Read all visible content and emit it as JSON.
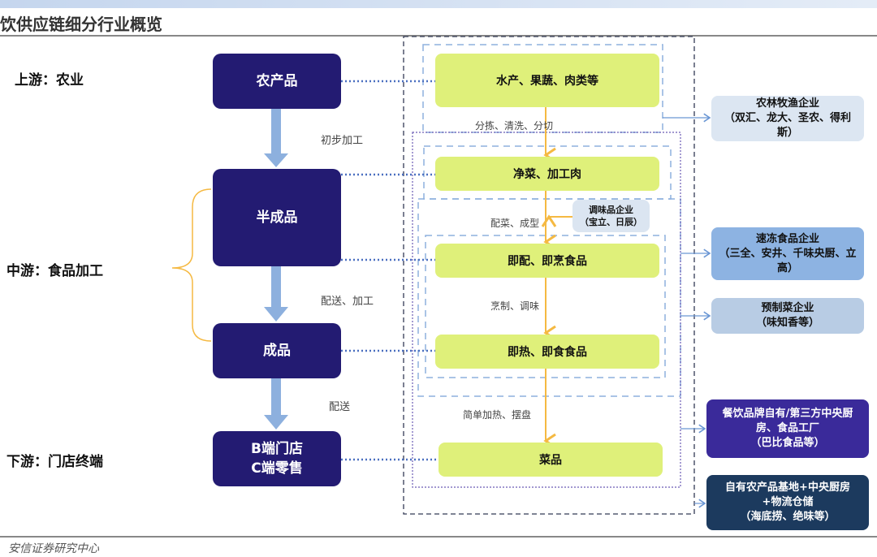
{
  "title": "饮供应链细分行业概览",
  "stages": {
    "upstream": "上游：农业",
    "midstream": "中游：食品加工",
    "downstream": "下游：门店终端"
  },
  "main_nodes": [
    "农产品",
    "半成品",
    "成品",
    "B端门店",
    "C端零售"
  ],
  "main_steps": [
    "初步加工",
    "配送、加工",
    "配送"
  ],
  "process_nodes": [
    "水产、果蔬、肉类等",
    "净菜、加工肉",
    "即配、即烹食品",
    "即热、即食食品",
    "菜品"
  ],
  "process_steps": [
    "分拣、清洗、分切",
    "配菜、成型",
    "烹制、调味",
    "简单加热、摆盘"
  ],
  "seasoning": {
    "name": "调味品企业",
    "examples": "（宝立、日辰）"
  },
  "companies": [
    {
      "name": "农林牧渔企业",
      "examples": "（双汇、龙大、圣农、得利斯）",
      "color": "#dce6f2"
    },
    {
      "name": "速冻食品企业",
      "examples": "（三全、安井、千味央厨、立高）",
      "color": "#8db3e2"
    },
    {
      "name": "预制菜企业",
      "examples": "（味知香等）",
      "color": "#b8cce4"
    },
    {
      "name": "餐饮品牌自有/第三方中央厨房、食品工厂",
      "examples": "（巴比食品等）",
      "color": "#3a2a9a"
    },
    {
      "name": "自有农产品基地+中央厨房+物流仓储",
      "examples": "（海底捞、绝味等）",
      "color": "#1c3a5e"
    }
  ],
  "footer": "安信证券研究中心"
}
